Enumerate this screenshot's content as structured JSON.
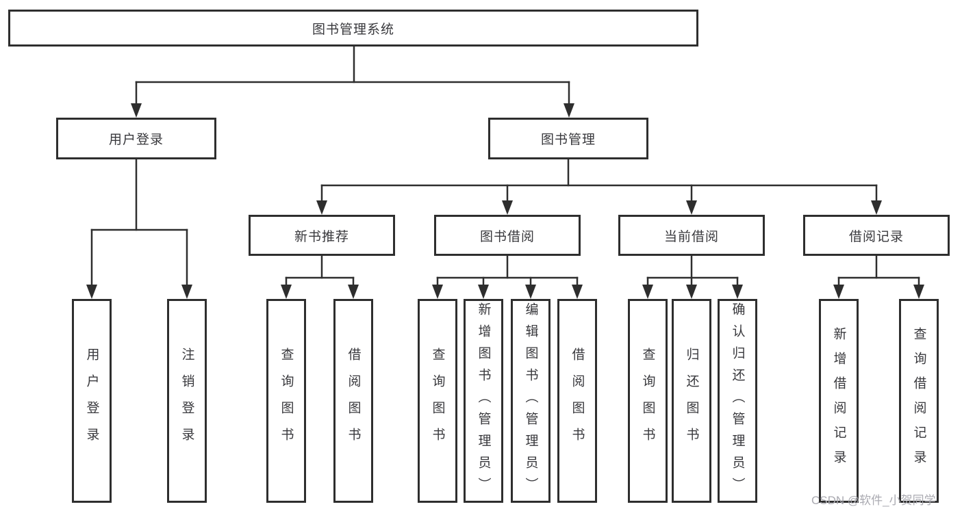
{
  "tree": {
    "label": "图书管理系统",
    "children": [
      {
        "label": "用户登录",
        "children": [
          {
            "label": "用户登录"
          },
          {
            "label": "注销登录"
          }
        ]
      },
      {
        "label": "图书管理",
        "children": [
          {
            "label": "新书推荐",
            "children": [
              {
                "label": "查询图书"
              },
              {
                "label": "借阅图书"
              }
            ]
          },
          {
            "label": "图书借阅",
            "children": [
              {
                "label": "查询图书"
              },
              {
                "label": "新增图书（管理员）"
              },
              {
                "label": "编辑图书（管理员）"
              },
              {
                "label": "借阅图书"
              }
            ]
          },
          {
            "label": "当前借阅",
            "children": [
              {
                "label": "查询图书"
              },
              {
                "label": "归还图书"
              },
              {
                "label": "确认归还（管理员）"
              }
            ]
          },
          {
            "label": "借阅记录",
            "children": [
              {
                "label": "新增借阅记录"
              },
              {
                "label": "查询借阅记录"
              }
            ]
          }
        ]
      }
    ]
  },
  "watermark": {
    "text": "CSDN @软件_小贺同学"
  },
  "colors": {
    "line": "#2e2e2e",
    "box_border": "#2e2e2e",
    "text": "#38383c",
    "watermark": "#aaaab1",
    "background": "#ffffff"
  }
}
